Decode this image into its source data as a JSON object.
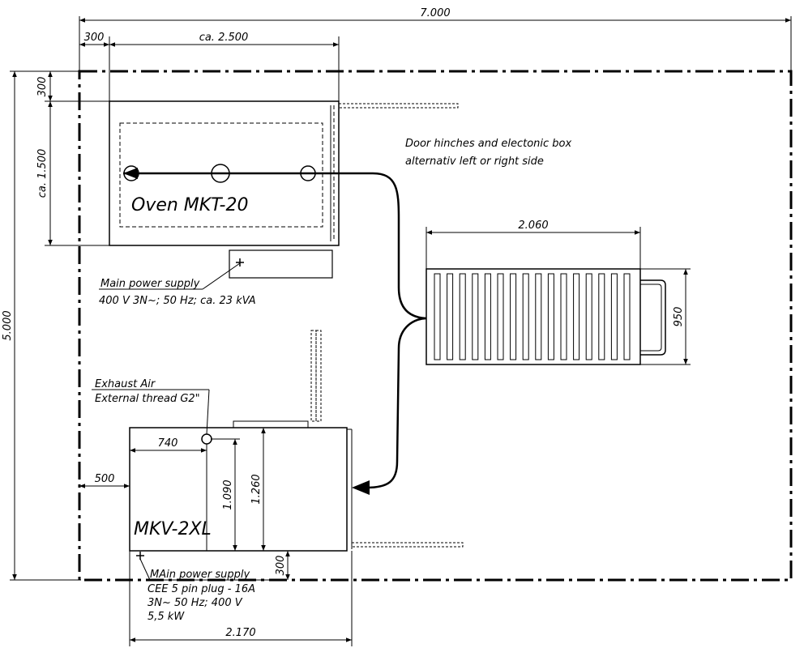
{
  "dimensions": {
    "total_width": "7.000",
    "total_height": "5.000",
    "left_margin": "300",
    "oven_width": "ca. 2.500",
    "top_margin": "300",
    "oven_depth": "ca. 1.500",
    "conveyor_width": "2.060",
    "conveyor_depth": "950",
    "exhaust_offset": "740",
    "mkv_left_margin": "500",
    "mkv_inner_height": "1.090",
    "mkv_height": "1.260",
    "bottom_margin": "300",
    "mkv_width": "2.170"
  },
  "labels": {
    "oven": "Oven MKT-20",
    "mkv": "MKV-2XL",
    "door_note_1": "Door hinches and electonic box",
    "door_note_2": "alternativ left or right side",
    "oven_power_title": "Main power supply",
    "oven_power_spec": "400 V  3N~; 50 Hz; ca. 23 kVA",
    "exhaust_1": "Exhaust Air",
    "exhaust_2": "External thread G2\"",
    "mkv_power_1": "MAin power supply",
    "mkv_power_2": "CEE 5 pin plug - 16A",
    "mkv_power_3": "3N~ 50 Hz; 400 V",
    "mkv_power_4": "5,5 kW"
  }
}
